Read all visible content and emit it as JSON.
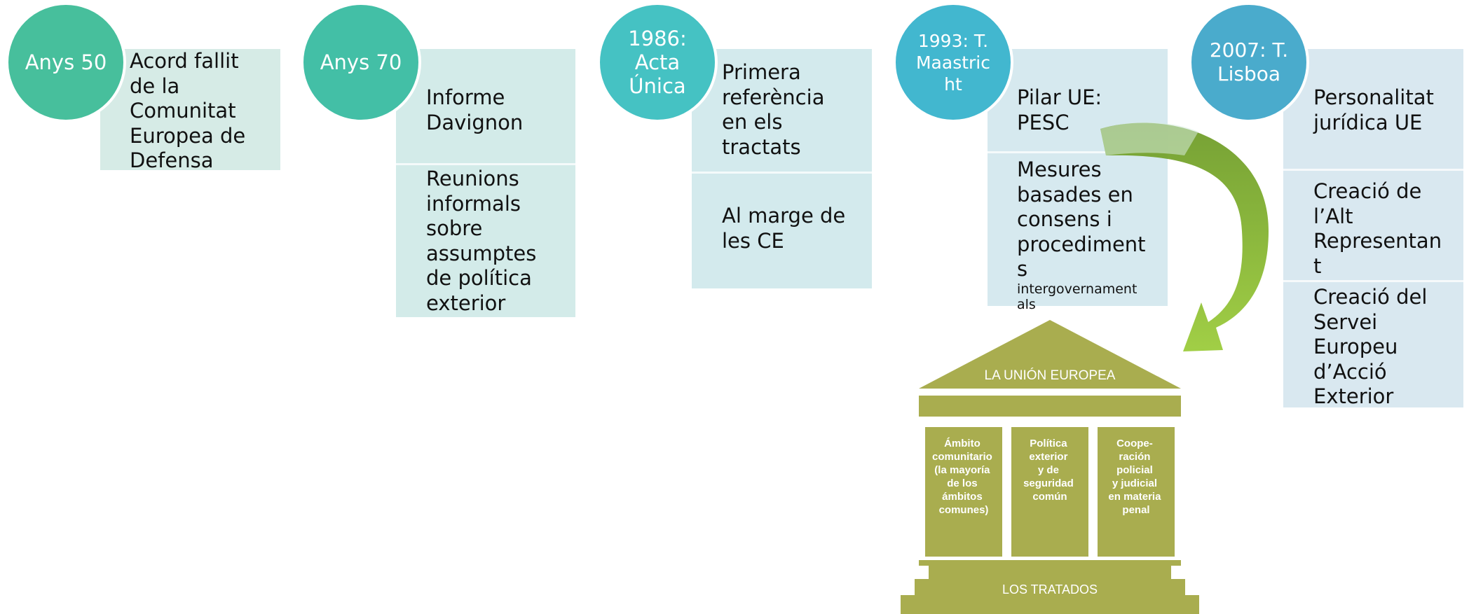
{
  "colors": {
    "c1": "#47bf9c",
    "c2": "#43bfa6",
    "c3": "#45c2c3",
    "c4": "#42b7cf",
    "c5": "#4aabcc",
    "temple": "#a9ad4f",
    "arrow_dark": "#6f9c2a",
    "arrow_light": "#9ccc3c"
  },
  "timeline": [
    {
      "label": "Anys 50",
      "items": [
        "Acord fallit de la Comunitat Europea de Defensa"
      ]
    },
    {
      "label": "Anys 70",
      "items": [
        "Informe Davignon",
        "Reunions informals sobre assumptes de política exterior"
      ]
    },
    {
      "label": "1986: Acta Única",
      "items": [
        "Primera referència en els tractats",
        "Al marge de les CE"
      ]
    },
    {
      "label": "1993: T. Maastricht",
      "items": [
        "Pilar UE: PESC",
        "Mesures basades en consens i procediments intergovernamentals"
      ]
    },
    {
      "label": "2007: T. Lisboa",
      "items": [
        "Personalitat jurídica UE",
        "Creació de l’Alt Representant",
        "Creació del Servei Europeu d’Acció Exterior"
      ]
    }
  ],
  "temple": {
    "roof": "LA UNIÓN EUROPEA",
    "pillars": [
      "Ámbito comunitario (la mayoría de los ámbitos comunes)",
      "Política exterior y de seguridad común",
      "Coope-ración policial y judicial en materia penal"
    ],
    "base": "LOS TRATADOS"
  }
}
